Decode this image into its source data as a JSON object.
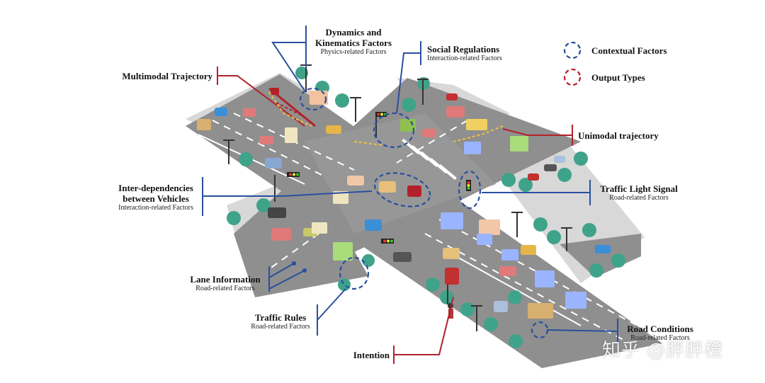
{
  "legend": {
    "contextual": "Contextual Factors",
    "output": "Output Types",
    "contextual_color": "#2a4fa0",
    "output_color": "#b3202a"
  },
  "labels": {
    "dynamics": {
      "title_line1": "Dynamics and",
      "title_line2": "Kinematics Factors",
      "sub": "Physics-related Factors"
    },
    "social": {
      "title": "Social Regulations",
      "sub": "Interaction-related Factors"
    },
    "multimodal": {
      "title": "Multimodal Trajectory"
    },
    "unimodal": {
      "title": "Unimodal trajectory"
    },
    "interdep": {
      "title_line1": "Inter-dependencies",
      "title_line2": "between Vehicles",
      "sub": "Interaction-related Factors"
    },
    "traffic_light": {
      "title": "Traffic Light Signal",
      "sub": "Road-related Factors"
    },
    "lane": {
      "title": "Lane Information",
      "sub": "Road-related Factors"
    },
    "rules": {
      "title": "Traffic Rules",
      "sub": "Road-related Factors"
    },
    "road_conditions": {
      "title": "Road Conditions",
      "sub": "Road-related Factors"
    },
    "intention": {
      "title": "Intention"
    }
  },
  "watermark": "知乎 @胖胖橙",
  "colors": {
    "road": "#8e8e8e",
    "sidewalk": "#d6d6d6",
    "marking": "#ffffff",
    "tree": "#3fa38a",
    "contextual_line": "#2a4fa0",
    "output_line": "#b3202a"
  }
}
